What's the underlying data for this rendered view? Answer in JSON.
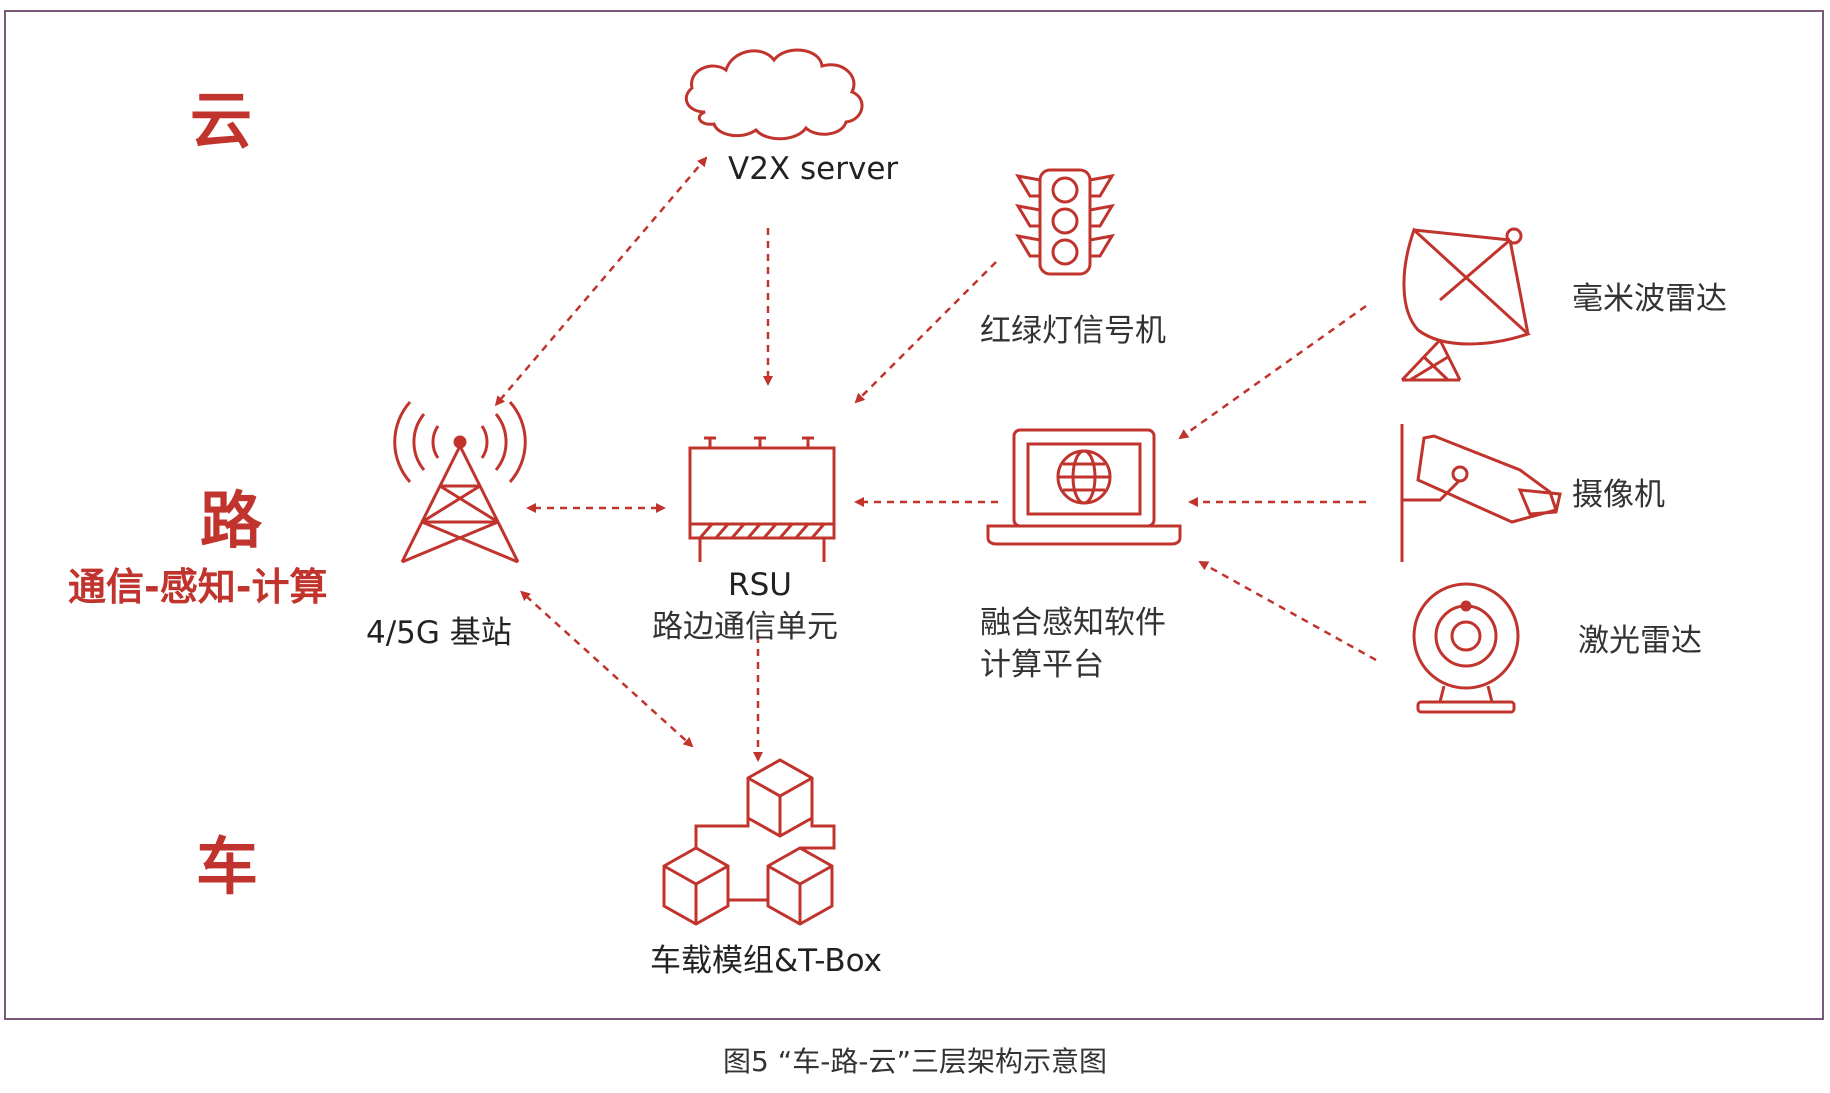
{
  "tiers": {
    "cloud": "云",
    "road": "路",
    "road_sub": "通信-感知-计算",
    "vehicle": "车"
  },
  "nodes": {
    "v2x_server": "V2X server",
    "traffic_light": "红绿灯信号机",
    "base_station": "4/5G 基站",
    "rsu_title": "RSU",
    "rsu_sub": "路边通信单元",
    "platform_line1": "融合感知软件",
    "platform_line2": "计算平台",
    "mmwave_radar": "毫米波雷达",
    "camera": "摄像机",
    "lidar": "激光雷达",
    "vehicle_module": "车载模组&T-Box"
  },
  "caption": "图5  “车-路-云”三层架构示意图",
  "colors": {
    "accent": "#c0342d",
    "text": "#333333",
    "frame": "#7a5a78"
  }
}
